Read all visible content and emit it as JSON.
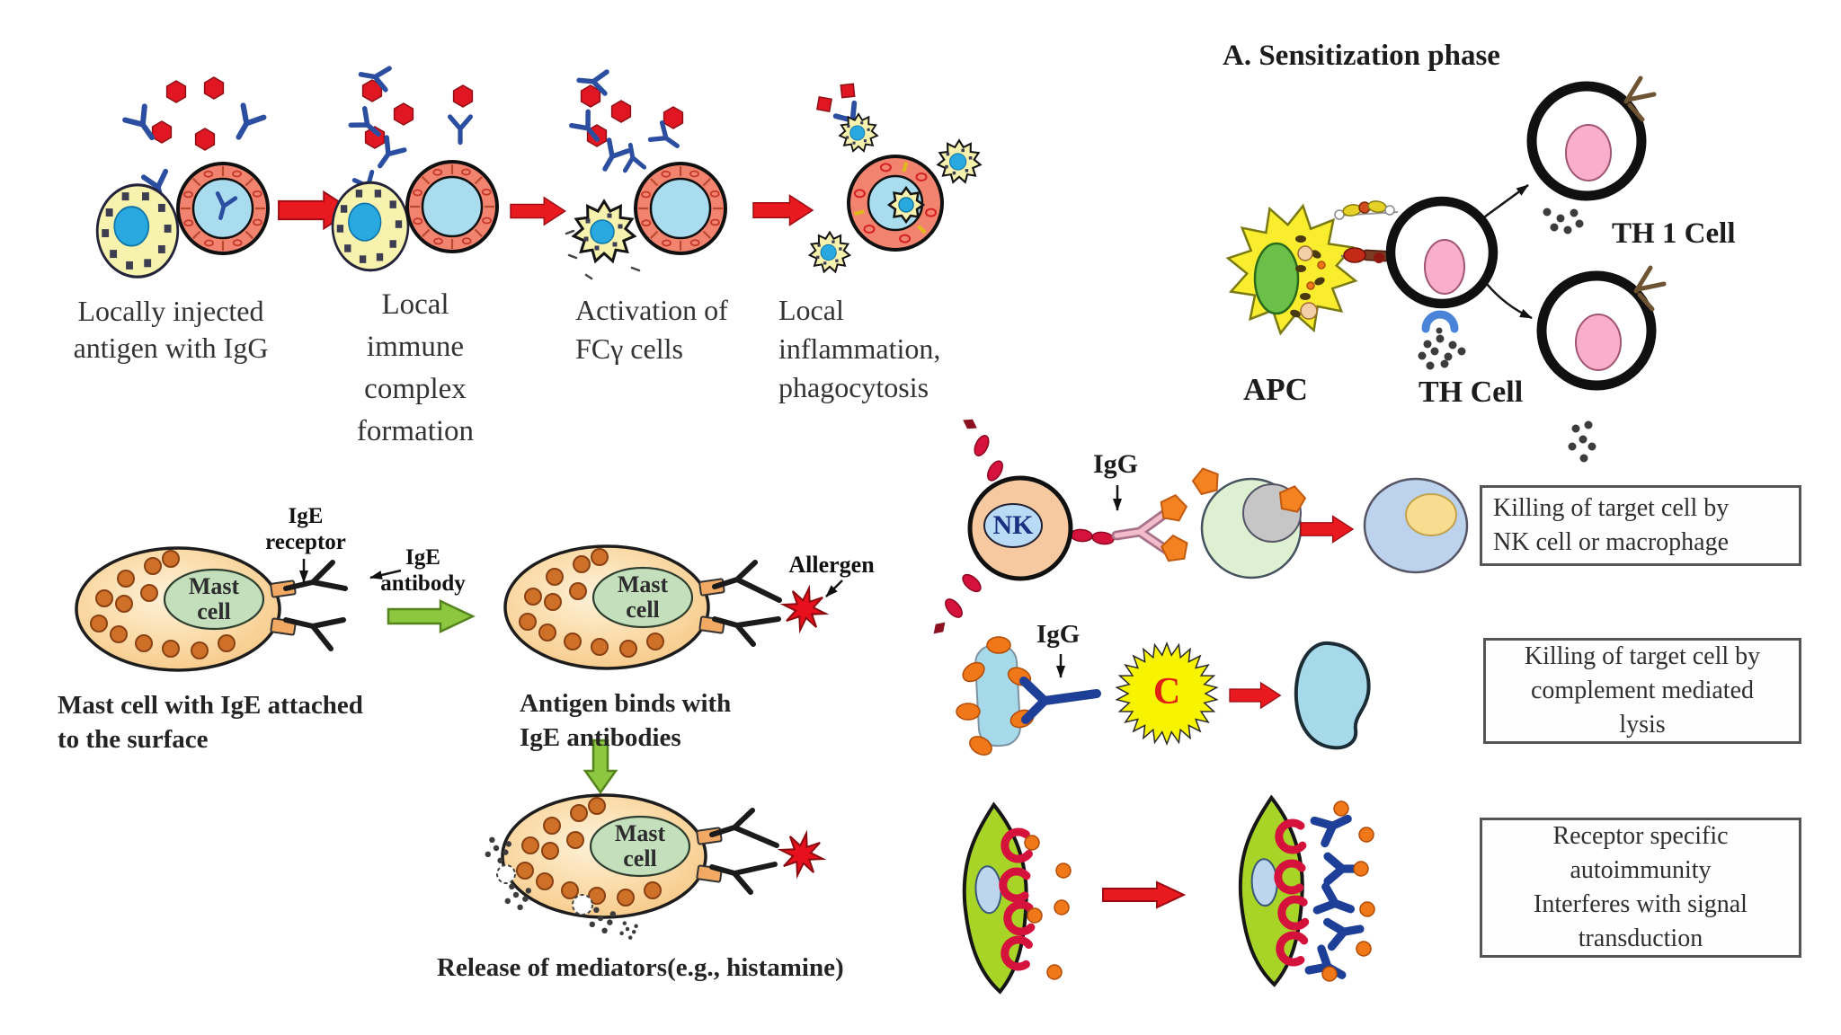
{
  "colors": {
    "red_arrow": "#e8191f",
    "antibody_blue": "#2b4ea0",
    "antigen_red": "#e01622",
    "cell_yellow": "#f7f3ae",
    "nucleus_blue": "#2aa9e0",
    "ring_salmon": "#f2836f",
    "ring_inner_blue": "#aadcef",
    "apc_yellow": "#f9ed2e",
    "apc_nucleus_green": "#6cc04a",
    "th_nucleus_pink": "#f9aecb",
    "mast_nucleus_green": "#c3dfbc",
    "granule_orange": "#cf7029",
    "receptor_orange": "#f2a963",
    "green_arrow": "#8dc63f",
    "nk_body": "#f6c9a1",
    "nk_nucleus": "#badbf5",
    "red_receptor": "#d5123c",
    "pink_antibody": "#f2bcca",
    "target_green": "#def0d2",
    "target_gray": "#c6c6c6",
    "pentagon_orange": "#f58220",
    "result_blue": "#bdd2ec",
    "result_yellow": "#f8dd90",
    "comp_blue": "#a6d9ea",
    "sun_yellow": "#f8f400",
    "c_red": "#e02010",
    "lens_green": "#a8d428",
    "dot_orange": "#f07818",
    "nk_text_navy": "#1a3080"
  },
  "igg_sequence": {
    "captions": {
      "step1": "Locally injected\nantigen with IgG",
      "step2": "Local\nimmune\ncomplex\nformation",
      "step3": "Activation of\nFCγ cells",
      "step4": "Local inflammation,\nphagocytosis"
    }
  },
  "sensitization": {
    "title": "A. Sensitization phase",
    "apc_label": "APC",
    "th_cell_label": "TH Cell",
    "th1_cell_label": "TH 1 Cell"
  },
  "mast": {
    "nucleus_label": "Mast\ncell",
    "ige_receptor_label": "IgE\nreceptor",
    "ige_antibody_label": "IgE\nantibody",
    "allergen_label": "Allergen",
    "caption1": "Mast cell with IgE attached\nto the surface",
    "caption2": "Antigen binds with\nIgE antibodies",
    "caption3": "Release of mediators(e.g., histamine)"
  },
  "adcc": {
    "nk_label": "NK",
    "igg_label": "IgG",
    "box": "Killing of target cell by\nNK cell or macrophage"
  },
  "complement": {
    "igg_label": "IgG",
    "c_label": "C",
    "box": "Killing of target cell by\ncomplement mediated\nlysis"
  },
  "receptor_autoimmunity": {
    "box": "Receptor specific\nautoimmunity\nInterferes with signal\ntransduction"
  }
}
